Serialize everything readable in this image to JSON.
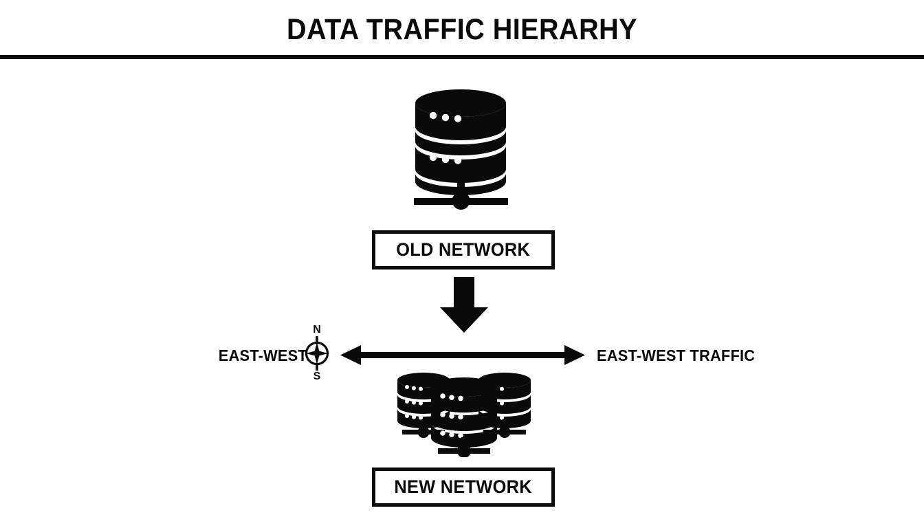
{
  "page": {
    "title": "DATA TRAFFIC HIERARHY",
    "background_color": "#fdfefe",
    "ink_color": "#0a0a0a"
  },
  "diagram": {
    "type": "hierarchy-flow",
    "nodes": {
      "top_database": {
        "icon": "database-cylinder-icon",
        "bands": 2,
        "dots_per_band": 3,
        "has_network_connector": true
      },
      "old_network_box": {
        "label": "OLD NETWORK"
      },
      "transition_arrow": {
        "icon": "down-arrow-icon",
        "direction": "down"
      },
      "traffic_axis": {
        "icon": "double-headed-arrow-icon",
        "direction": "horizontal-bidirectional",
        "left_label": "EAST-WEST",
        "right_label": "EAST-WEST TRAFFIC"
      },
      "compass": {
        "icon": "compass-rose-icon",
        "north_label": "N",
        "south_label": "S"
      },
      "database_cluster": {
        "icon": "database-cluster-icon",
        "count": 3,
        "bands_per_database": 3,
        "dots_per_band": 3,
        "has_network_connector": true
      },
      "new_network_box": {
        "label": "NEW NETWORK"
      }
    }
  }
}
